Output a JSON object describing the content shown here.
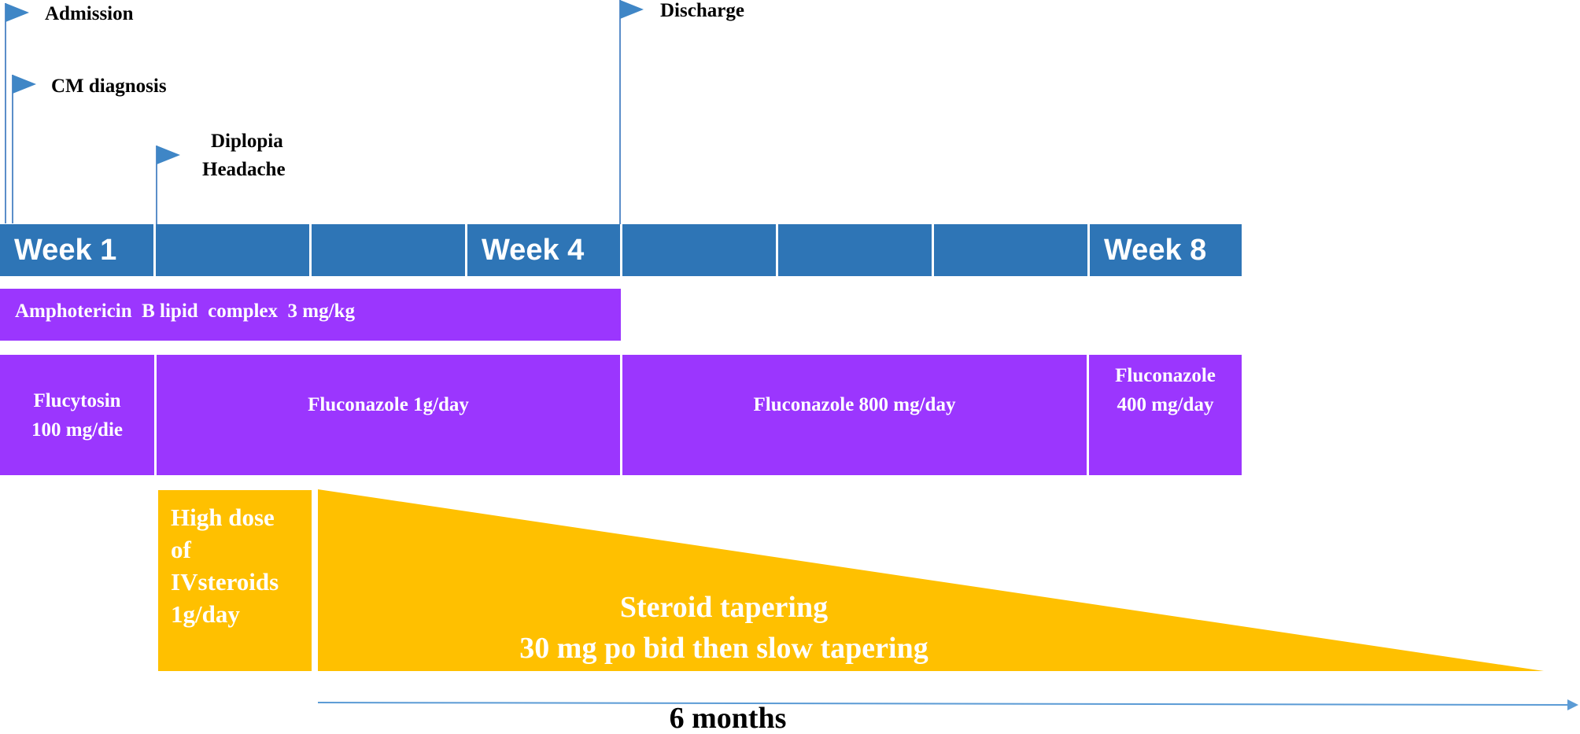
{
  "events": [
    {
      "label": "Admission"
    },
    {
      "label": "CM diagnosis"
    },
    {
      "label_lines": [
        "Diplopia",
        "Headache"
      ]
    },
    {
      "label": "Discharge"
    }
  ],
  "weeks": [
    "Week 1",
    "",
    "",
    "Week 4",
    "",
    "",
    "",
    "Week 8"
  ],
  "treatments": {
    "amphotericin": "Amphotericin  B lipid  complex  3 mg/kg",
    "flucytosin": "Flucytosin\n100 mg/die",
    "fluconazole_1g": "Fluconazole  1g/day",
    "fluconazole_800": "Fluconazole  800 mg/day",
    "fluconazole_400": "Fluconazole\n400 mg/day"
  },
  "steroids": {
    "high_dose": "High dose\nof\nIVsteroids\n1g/day",
    "taper_line1": "Steroid tapering",
    "taper_line2": "30 mg po bid then slow tapering"
  },
  "duration_label": "6 months",
  "colors": {
    "timeline_blue": "#2e75b6",
    "flag_blue": "#3f86c6",
    "drug_purple": "#9b36fe",
    "steroid_gold": "#ffc000",
    "arrow_blue": "#5b9bd5"
  }
}
